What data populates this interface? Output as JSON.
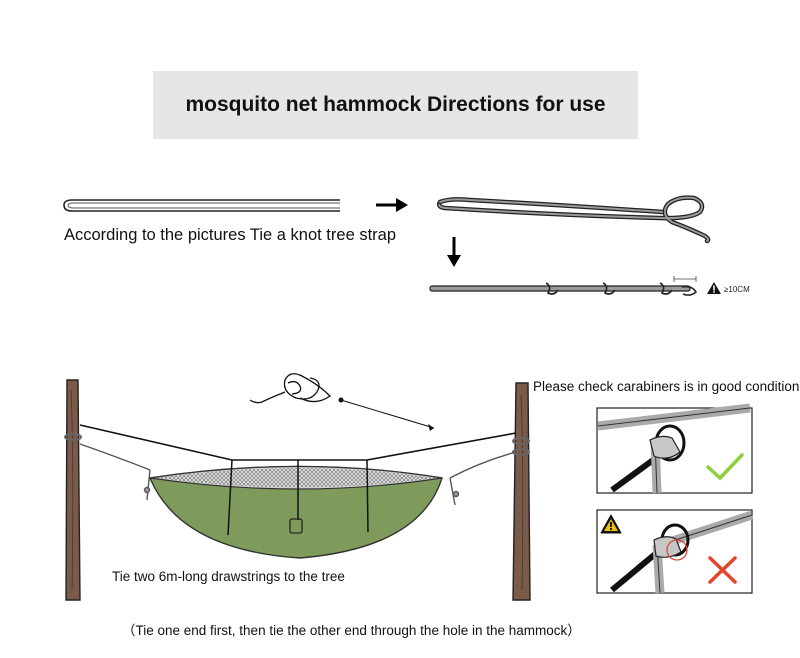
{
  "title": "mosquito net hammock Directions for use",
  "knot_caption": "According to the pictures Tie a knot tree strap",
  "measure_label": "≥10CM",
  "carabiner_caption": "Please check carabiners is in good condition",
  "drawstring_caption": "Tie two 6m-long drawstrings to the tree",
  "note_caption": "（Tie one end first, then tie the other end through the hole in the hammock）",
  "colors": {
    "title_background": "#e6e6e6",
    "hammock_green": "#7e9b5c",
    "tree_brown": "#7a5a48",
    "check_green": "#8fcf3a",
    "cross_red": "#e2452b",
    "warning_yellow": "#f2c200"
  }
}
